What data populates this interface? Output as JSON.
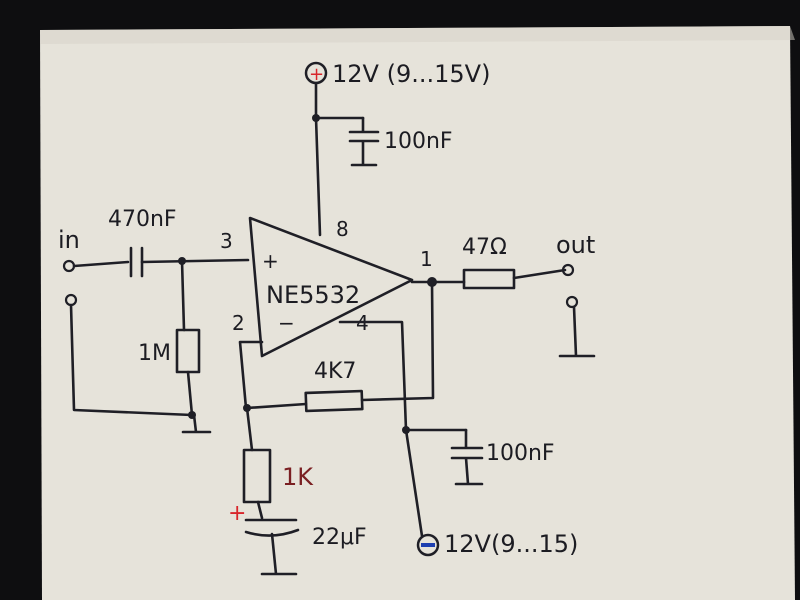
{
  "labels": {
    "supply_pos": "12V (9...15V)",
    "supply_neg": "12V(9...15)",
    "input": "in",
    "output": "out",
    "opamp": "NE5532",
    "pin3": "3",
    "pin2": "2",
    "pin8": "8",
    "pin4": "4",
    "pin1": "1",
    "plus_input": "+",
    "minus_input": "−",
    "c_input": "470nF",
    "r_bias": "1M",
    "r_feedback": "4K7",
    "r_ground": "1K",
    "c_ground": "22μF",
    "c_decouple_top": "100nF",
    "c_decouple_bottom": "100nF",
    "r_output": "47Ω",
    "polarity_plus": "+"
  },
  "colors": {
    "paper": "#e6e3da",
    "ink": "#1f1f26",
    "red": "#d8262b",
    "blue": "#1d3fb0"
  }
}
